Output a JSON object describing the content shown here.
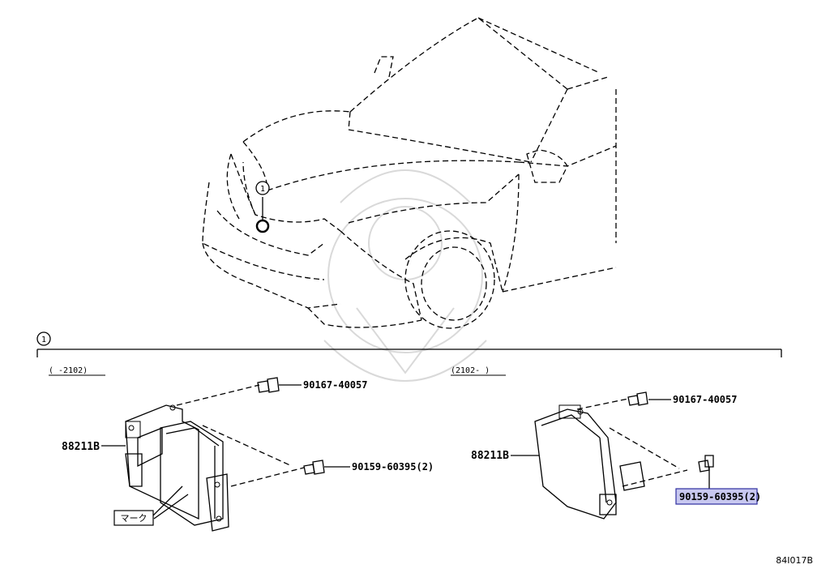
{
  "callout": {
    "number": "1"
  },
  "section": {
    "callout_number": "1",
    "left_range": "(    -2102)",
    "right_range": "(2102-    )"
  },
  "left_assembly": {
    "part_main": "88211B",
    "bolt_top": "90167-40057",
    "bolt_bottom": "90159-60395(2)",
    "mark_label": "マーク"
  },
  "right_assembly": {
    "part_main": "88211B",
    "bolt_top": "90167-40057",
    "bolt_bottom": "90159-60395(2)"
  },
  "highlight_color": "#c8c8f0",
  "drawing_code": "84I017B"
}
